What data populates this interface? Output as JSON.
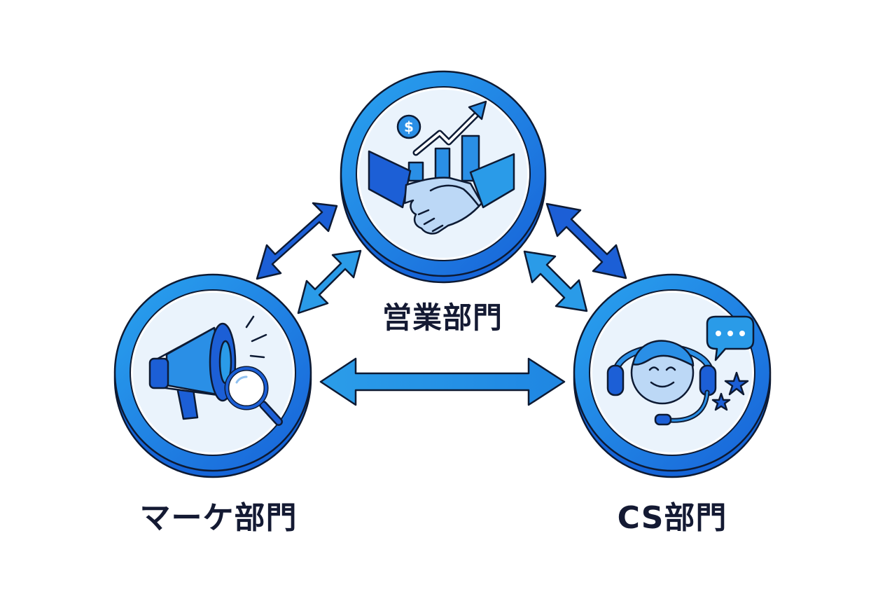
{
  "departments": {
    "sales": {
      "label": "営業部門",
      "icon": "handshake-growth-icon"
    },
    "marketing": {
      "label": "マーケ部門",
      "icon": "megaphone-search-icon"
    },
    "cs": {
      "label": "CS部門",
      "icon": "headset-support-icon"
    }
  },
  "arrows": [
    {
      "from": "marketing",
      "to": "sales",
      "style": "bidirectional"
    },
    {
      "from": "sales",
      "to": "cs",
      "style": "bidirectional"
    },
    {
      "from": "marketing",
      "to": "cs",
      "style": "bidirectional"
    }
  ],
  "colors": {
    "ring_light": "#1e8ee8",
    "ring_dark": "#1565d8",
    "fill": "#eaf3fc",
    "arrow_dark": "#1c5fd6",
    "arrow_light": "#2a9be8",
    "outline": "#0d1a33",
    "label": "#141a33"
  }
}
